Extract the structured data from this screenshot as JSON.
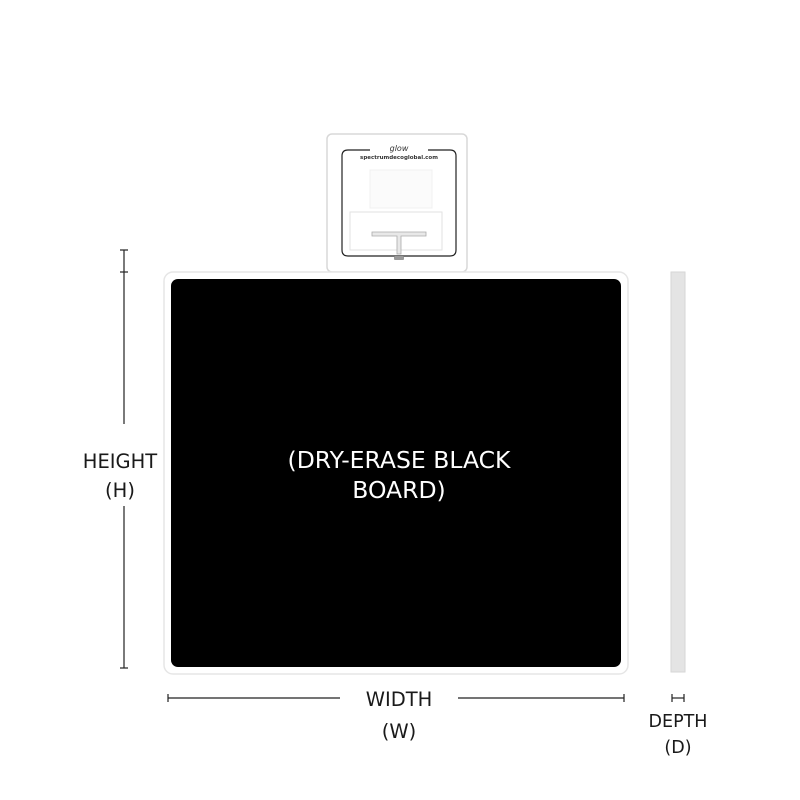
{
  "board": {
    "label_line1": "(DRY-ERASE BLACK",
    "label_line2": "BOARD)",
    "color": "#000000"
  },
  "header_tag": {
    "brand": "glow",
    "website": "spectrumdecoglobal.com"
  },
  "dimensions": {
    "height_label": "HEIGHT",
    "height_abbr": "(H)",
    "width_label": "WIDTH",
    "width_abbr": "(W)",
    "depth_label": "DEPTH",
    "depth_abbr": "(D)"
  }
}
